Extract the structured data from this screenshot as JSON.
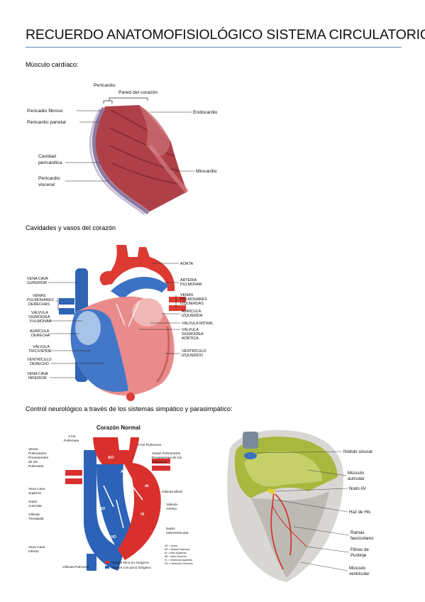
{
  "document": {
    "title": "RECUERDO ANATOMOFISIOLÓGICO SISTEMA CIRCULATORIO",
    "sections": {
      "muscle": "Músculo cardíaco:",
      "cavities": "Cavidades y vasos del corazón",
      "neuro": "Control neurológico a través de los sistemas simpático y parasimpático:"
    }
  },
  "figure_wall": {
    "labels": {
      "pericardio": "Pericardio",
      "pared": "Pared del corazón",
      "pericardio_fibroso": "Pericadio fibroso",
      "pericardio_parietal": "Pericardio parietal",
      "cavidad_1": "Cavidad",
      "cavidad_2": "pericárdica",
      "visceral_1": "Pericardio",
      "visceral_2": "visceral",
      "endocardio": "Endocardio",
      "miocardio": "Miocardio"
    }
  },
  "figure_cavities": {
    "left": {
      "vcs_1": "VENA CAVA",
      "vcs_2": "SUPERIOR",
      "vpd_1": "VENAS",
      "vpd_2": "PULMONARES",
      "vpd_3": "DERECHAS",
      "vsp_1": "VÁLVULA",
      "vsp_2": "SIGMOIDEA",
      "vsp_3": "PULMONAR",
      "ad_1": "AURÍCULA",
      "ad_2": "DERECHA",
      "vt_1": "VÁLVULA",
      "vt_2": "TRICÚSPIDE",
      "vd_1": "VENTRÍCULO",
      "vd_2": "DERECHO",
      "vci_1": "VENA CAVA",
      "vci_2": "INFERIOR"
    },
    "right": {
      "aorta": "AORTA",
      "ap_1": "ARTERIA",
      "ap_2": "PULMONAR",
      "vpi_1": "VENAS",
      "vpi_2": "PULMONARES",
      "vpi_3": "IZQUIERDAS",
      "ai_1": "AURÍCULA",
      "ai_2": "IZQUIERDA",
      "vm": "VÁLVULA MITRAL",
      "vsa_1": "VÁLVULA",
      "vsa_2": "SIGMOIDEA",
      "vsa_3": "AÓRTICA",
      "vi_1": "VENTRÍCULO",
      "vi_2": "IZQUIERDO"
    }
  },
  "figure_normal": {
    "title": "Corazón Normal",
    "labels": {
      "a_los_pulmones_l1": "A los",
      "a_los_pulmones_l2": "Pulmones",
      "a_los_pulmones_r": "A los Pulmones",
      "vp_l1": "Venas",
      "vp_l2": "Pulmonares",
      "vp_l3": "Provenientes",
      "vp_l4": "de los",
      "vp_l5": "Pulmones",
      "vp_r1": "Venas Pulmonares",
      "vp_r2": "Provenientes de los",
      "vp_r3": "Pulmones",
      "vcs_1": "Vena Cava",
      "vcs_2": "Superior",
      "septo_1": "Septo",
      "septo_2": "Auricular",
      "vtri_1": "Válvula",
      "vtri_2": "Tricúspide",
      "vmitral": "Válvula Mitral",
      "vaortica_1": "Válvula",
      "vaortica_2": "Aórtica",
      "sinter_1": "Septo",
      "sinter_2": "Interventricular",
      "vci_1": "Vena Cava",
      "vci_2": "Inferior",
      "vpulmonar": "Válvula Pulmonar"
    },
    "chamber_marks": {
      "ao": "AO",
      "ap": "AP",
      "ad": "AD",
      "ai": "AI",
      "vd": "VD",
      "vi": "VI"
    },
    "legend": {
      "red": "Sangre Rica en Oxígeno",
      "blue": "Sangre con poco Oxígeno",
      "key": [
        "AO = Aorta",
        "AP = Arteria Pulmonar",
        "AI = Atrio Izquierdo",
        "AD = Atrio Derecho",
        "VI = Ventrículo Izquierdo",
        "VD = Ventrículo Derecho"
      ]
    }
  },
  "figure_conduction": {
    "labels": {
      "nodulo": "Nódulo sinusal",
      "musc_aur_1": "Músculo",
      "musc_aur_2": "auricular",
      "nodo_av": "Nodo AV",
      "haz": "Haz de His",
      "ramas_1": "Ramas",
      "ramas_2": "fasciculares",
      "fibras_1": "Fibras de",
      "fibras_2": "Purkinje",
      "musc_ven_1": "Músculo",
      "musc_ven_2": "ventricular"
    }
  },
  "colors": {
    "title_rule": "#5b87b8",
    "oxygenated": "#d9302d",
    "deoxygenated": "#2c63b8",
    "myocardium": "#b8383f",
    "conduction_green": "#a8b83e"
  }
}
